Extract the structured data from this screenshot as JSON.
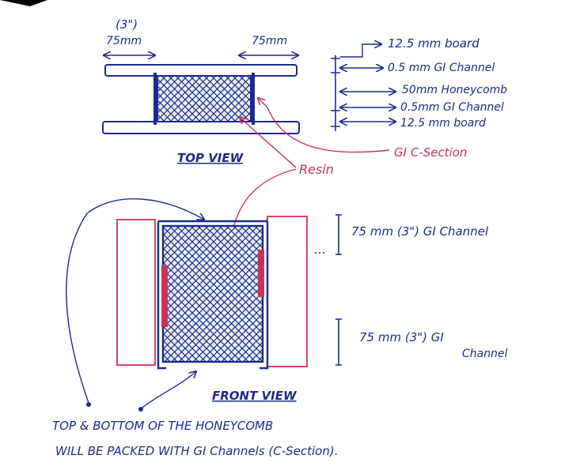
{
  "colors": {
    "paper": "#ffffff",
    "ink_blue": "#1c2a8c",
    "ink_red": "#c8325a",
    "hatch_fill": "#223a9e",
    "corner_mark": "#000000"
  },
  "top_view": {
    "title": "TOP VIEW",
    "dim_left_inches": "(3\")",
    "dim_left_mm": "75mm",
    "dim_right_mm": "75mm",
    "layers": [
      "12.5 mm board",
      "0.5 mm GI Channel",
      "50mm Honeycomb",
      "0.5mm GI Channel",
      "12.5 mm board"
    ]
  },
  "labels": {
    "resin": "Resin",
    "gi_c_section": "GI C-Section"
  },
  "front_view": {
    "title": "FRONT VIEW",
    "channel_top": "75 mm (3\") GI Channel",
    "channel_bottom_line1": "75 mm (3\") GI",
    "channel_bottom_line2": "Channel"
  },
  "note": {
    "line1": "TOP & BOTTOM OF THE HONEYCOMB",
    "line2": "WILL BE PACKED WITH GI Channels (C-Section)."
  }
}
